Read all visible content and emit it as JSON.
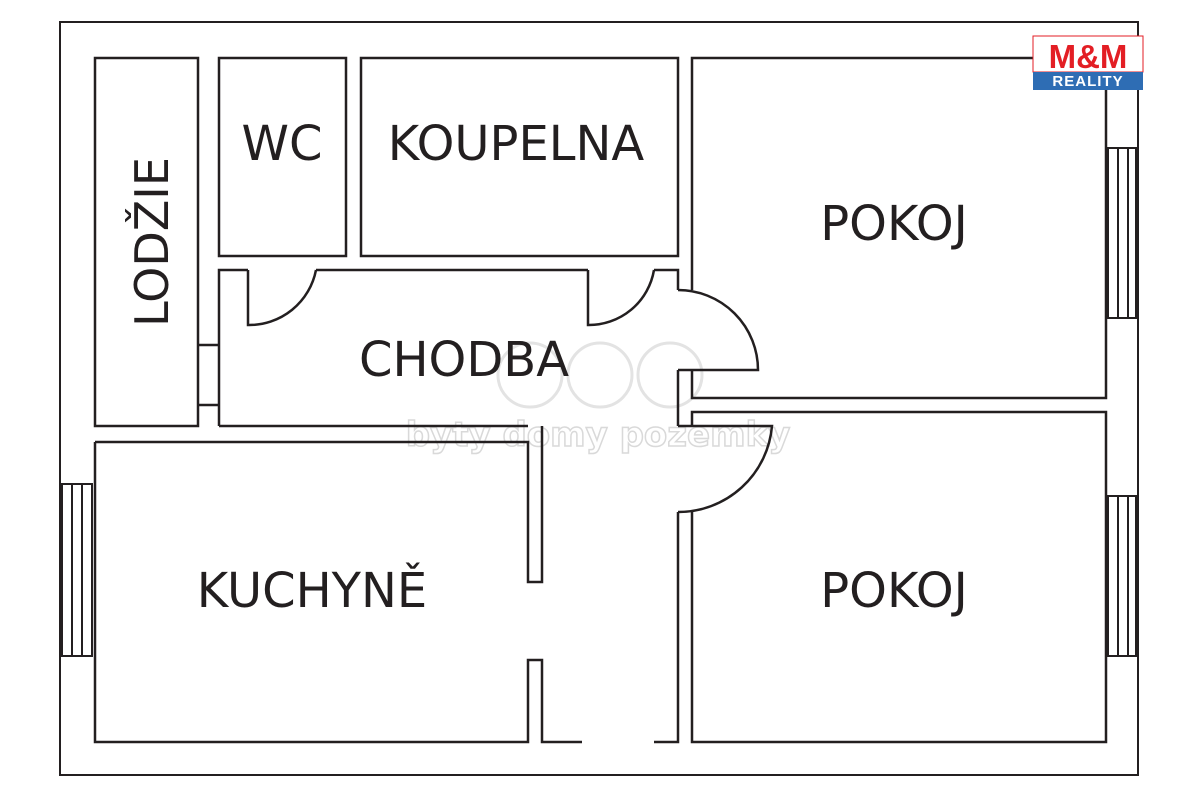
{
  "logo": {
    "brand": "M&M",
    "subtitle": "REALITY",
    "colors": {
      "red": "#e31e24",
      "blue": "#2e6db4"
    }
  },
  "watermark": {
    "text": "byty domy pozemky"
  },
  "rooms": {
    "lodzie": "LODŽIE",
    "wc": "WC",
    "koupelna": "KOUPELNA",
    "chodba": "CHODBA",
    "pokoj_top": "POKOJ",
    "pokoj_bottom": "POKOJ",
    "kuchyne": "KUCHYNĚ"
  }
}
